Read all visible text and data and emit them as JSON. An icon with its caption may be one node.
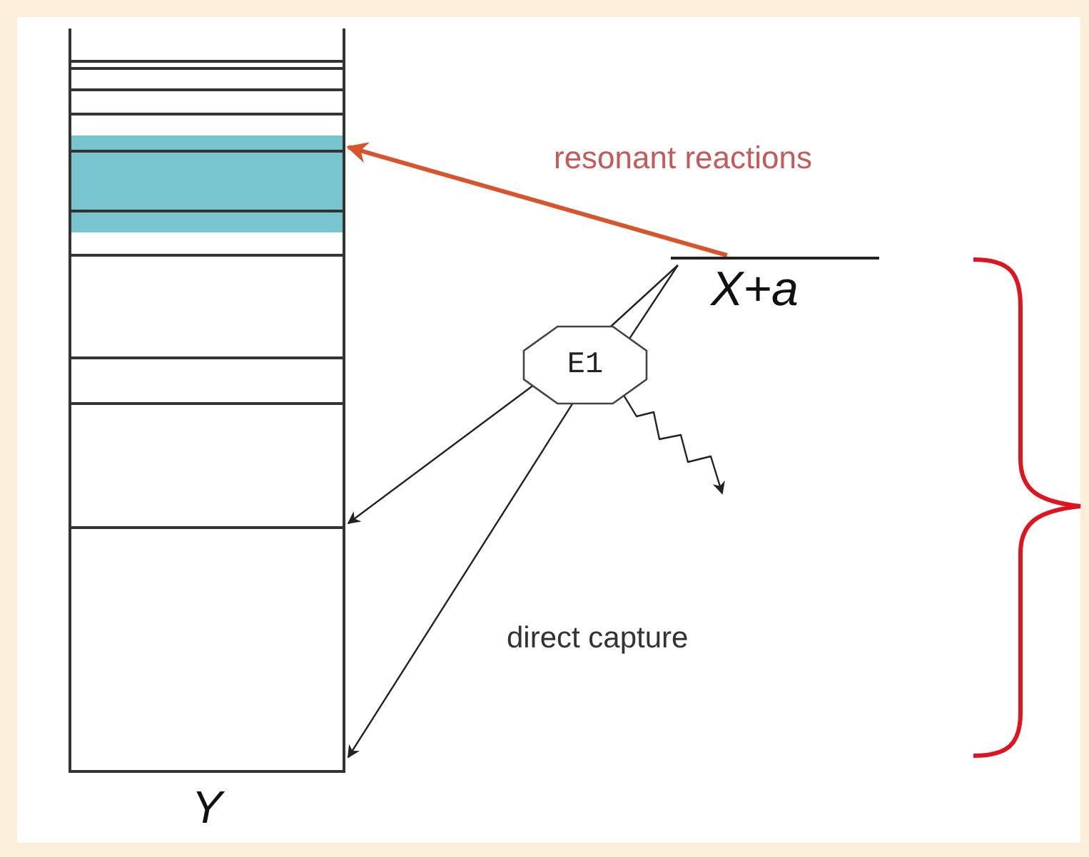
{
  "diagram": {
    "nodes": [
      {
        "text": [
          "X+a"
        ]
      },
      {
        "text": [
          "E1"
        ]
      },
      {
        "text": [
          "Y"
        ]
      },
      {
        "text": [],
        "shape": "bar",
        "in": 2
      },
      {
        "text": [],
        "shape": "bar",
        "in": 2
      },
      {
        "text": [],
        "shape": "bar",
        "in": 2
      }
    ],
    "edges": [
      {
        "from": 0,
        "to": 3,
        "arrow": "to",
        "label": "resonant reactions",
        "style": "thick",
        "color": "#d9532b"
      },
      {
        "from": 0,
        "to": 1,
        "arrow": "none"
      },
      {
        "from": 0,
        "to": 1,
        "arrow": "none"
      },
      {
        "from": 1,
        "to": 4,
        "arrow": "to"
      },
      {
        "from": 1,
        "to": 5,
        "arrow": "to"
      },
      {
        "from": 1,
        "to": null,
        "arrow": "to"
      }
    ],
    "labels": [
      "direct capture"
    ]
  }
}
